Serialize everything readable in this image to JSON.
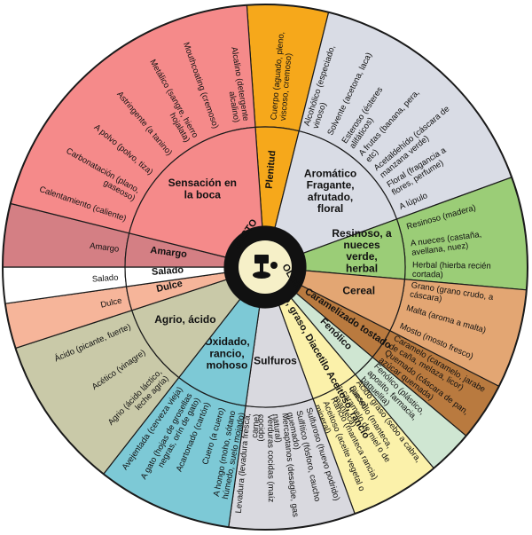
{
  "center": {
    "gusto_label": "GUSTO",
    "olor_label": "OLOR"
  },
  "colors": {
    "outline": "#1a1a1a",
    "hub_fill": "#f6f0c8",
    "hub_ring": "#111111"
  },
  "segments": [
    {
      "inner": "Plenitud",
      "color": "#f6a81b",
      "outer": [
        "Cuerpo (aguado, pleno, viscoso, cremoso)"
      ]
    },
    {
      "inner": "Aromático Fragante, afrutado, floral",
      "color": "#d9dce5",
      "outer": [
        "Alcohólico (especiado, vinoso)",
        "Solvente (acetona, laca)",
        "Esteroso (ésteres alifáticos)",
        "A frutas (banana, pera, etc)",
        "Acetaldehído (cáscara de manzana verde)",
        "Floral (fragancia a flores, perfume)",
        "A lúpulo"
      ]
    },
    {
      "inner": "Resinoso, a nueces verde, herbal",
      "color": "#9bcd77",
      "outer": [
        "Resinoso (madera)",
        "A nueces (castaña, avellana, nuez)",
        "Herbal (hierba recién cortada)"
      ]
    },
    {
      "inner": "Cereal",
      "color": "#e3a673",
      "outer": [
        "Grano (grano crudo, a cáscara)",
        "Malta (aroma a malta)",
        "Mosto (mosto fresco)"
      ]
    },
    {
      "inner": "Caramelizado tostado",
      "color": "#b97a3f",
      "outer": [
        "Caramelo (caramelo, jarabe de caña, melaza, licor)",
        "Quemado (cáscara de pan, azúcar quemada)"
      ]
    },
    {
      "inner": "Fenólico",
      "color": "#cfe6d2",
      "outer": [
        "Fenólico (plástico, aposito, farmacia, baquelita)"
      ]
    },
    {
      "inner": "Jabonoso, graso, Diacetilo Aceitoso, rancio",
      "color": "#fbf1aa",
      "outer": [
        "Acido graso (sebo a cabra, queso)",
        "Diacetilo (manteca, caramelo de miel o de manteca)",
        "Rancio (manteca rancia)",
        "Aceitoso (aceite vegetal o mineral)"
      ]
    },
    {
      "inner": "Sulfuros",
      "color": "#d9d9df",
      "outer": [
        "Sulfuroso (huevo podrido)",
        "Sulfítico (fósforo, caucho quemado)",
        "Mercaptanos (desagüe, gas natural)",
        "Verduras cocidas (maíz cocido)",
        "Levadura (levadura fresca, carne)"
      ]
    },
    {
      "inner": "Oxidado, rancio, mohoso",
      "color": "#7dc9d6",
      "outer": [
        "A hongo (moho, sótano húmedo, suelo mojado)",
        "Cuero (a cuero)",
        "Acartonado (cartón)",
        "A gato (hojas de grosellas negras, orín de gato)",
        "Avejentada (cerveza vieja)"
      ]
    },
    {
      "inner": "Agrio, ácido",
      "color": "#c9c9a8",
      "outer": [
        "Agrio (ácido láctico, leche agria)",
        "Acético (vinagre)",
        "Ácido (picante, fuerte)"
      ]
    },
    {
      "inner": "Dulce",
      "color": "#f6b59a",
      "outer": [
        "Dulce"
      ]
    },
    {
      "inner": "Salado",
      "color": "#ffffff",
      "outer": [
        "Salado"
      ]
    },
    {
      "inner": "Amargo",
      "color": "#d47f84",
      "outer": [
        "Amargo"
      ]
    },
    {
      "inner": "Sensación en la boca",
      "color": "#f58a8a",
      "outer": [
        "Calentamiento (caliente)",
        "Carbonatación (plano, gaseoso)",
        "A polvo (polvo, tiza)",
        "Astringente (a tanino)",
        "Metálico (sangre, hierro hojalata)",
        "Mouthcoating (cremoso)",
        "Alcalino (detergente alcalino)"
      ]
    }
  ]
}
